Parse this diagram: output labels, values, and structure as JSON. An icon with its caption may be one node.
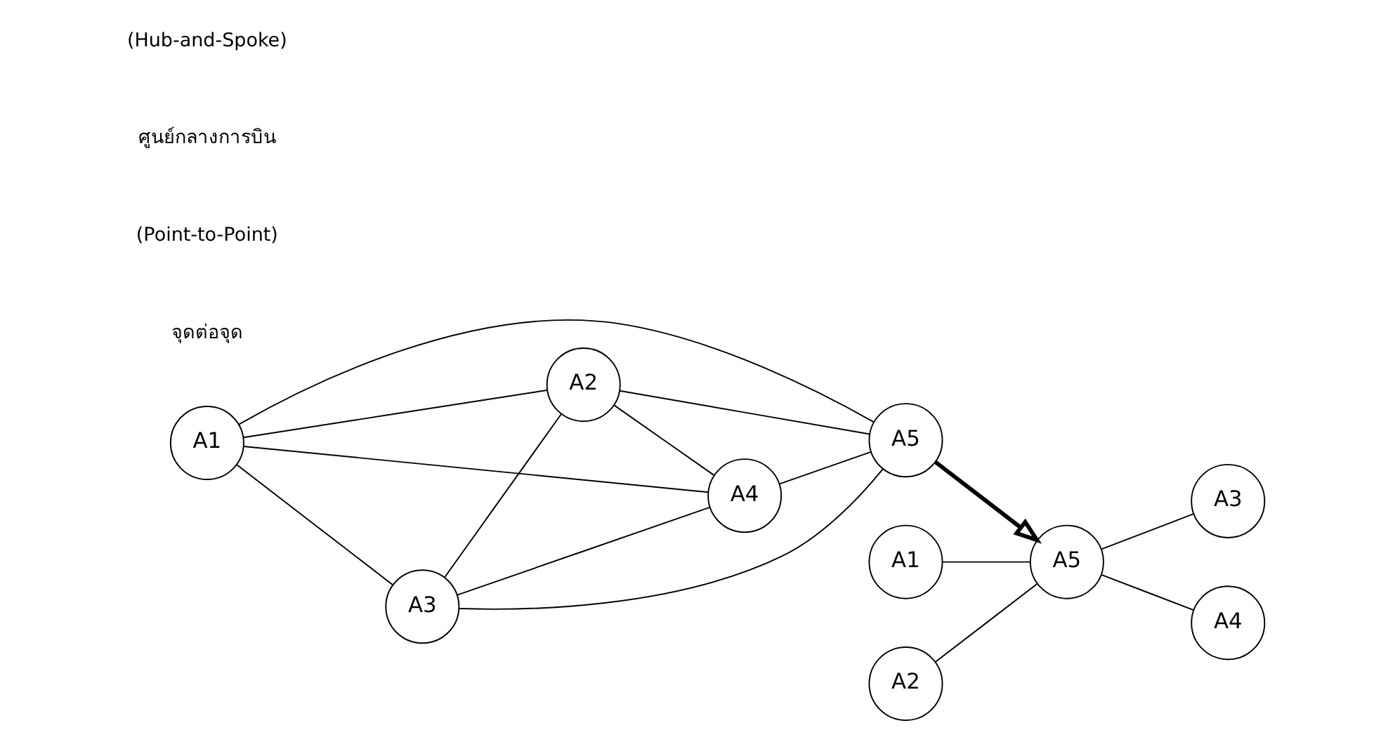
{
  "diagram": {
    "nodes": [
      {
        "text": [
          "A1"
        ]
      },
      {
        "text": [
          "A3"
        ]
      },
      {
        "text": [
          "A5"
        ]
      },
      {
        "text": [
          "A2"
        ]
      },
      {
        "text": [
          "A4"
        ]
      },
      {
        "text": [
          "A1"
        ]
      },
      {
        "text": [
          "A3"
        ]
      },
      {
        "text": [
          "A5"
        ]
      },
      {
        "text": [
          "A2"
        ]
      },
      {
        "text": [
          "A4"
        ]
      }
    ],
    "edges": [
      {
        "from": 0,
        "to": 1,
        "arrow": "none"
      },
      {
        "from": 0,
        "to": 3,
        "arrow": "none"
      },
      {
        "from": 0,
        "to": 4,
        "arrow": "none"
      },
      {
        "from": 0,
        "to": 2,
        "arrow": "none"
      },
      {
        "from": 1,
        "to": 3,
        "arrow": "none"
      },
      {
        "from": 1,
        "to": 4,
        "arrow": "none"
      },
      {
        "from": 1,
        "to": 2,
        "arrow": "none"
      },
      {
        "from": 3,
        "to": 4,
        "arrow": "none"
      },
      {
        "from": 3,
        "to": 2,
        "arrow": "none"
      },
      {
        "from": 4,
        "to": 2,
        "arrow": "none"
      },
      {
        "from": 2,
        "to": 7,
        "arrow": "to",
        "style": "thick"
      },
      {
        "from": 5,
        "to": 7,
        "arrow": "none"
      },
      {
        "from": 8,
        "to": 7,
        "arrow": "none"
      },
      {
        "from": 7,
        "to": 6,
        "arrow": "none"
      },
      {
        "from": 7,
        "to": 9,
        "arrow": "none"
      }
    ],
    "labels": [
      "จุดต่อจุด",
      "(Point-to-Point)",
      "ศูนย์กลางการบิน",
      "(Hub-and-Spoke)"
    ]
  }
}
